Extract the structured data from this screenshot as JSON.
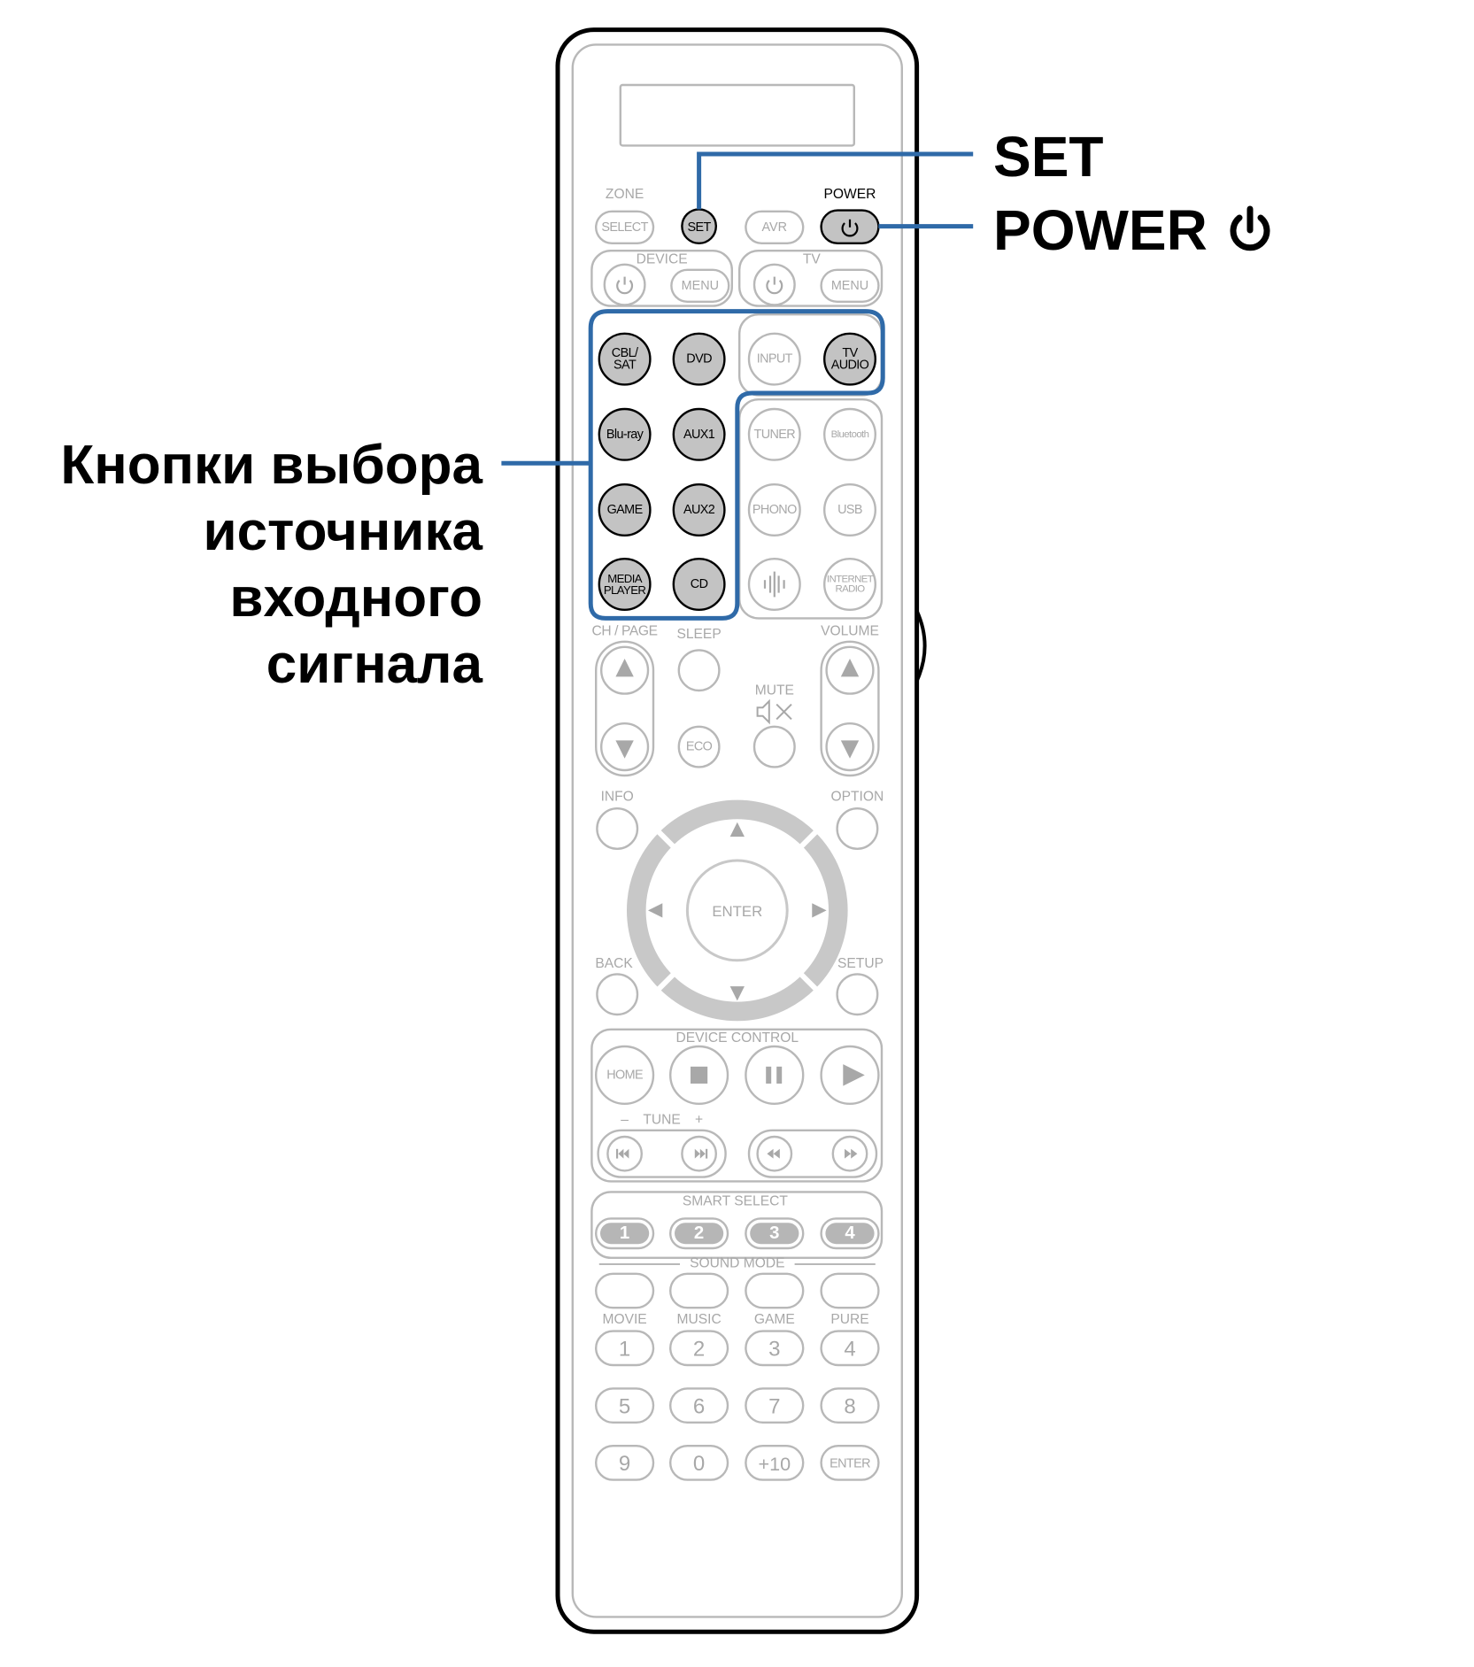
{
  "callouts": {
    "set": "SET",
    "power": "POWER",
    "source_lines": [
      "Кнопки выбора",
      "источника",
      "входного",
      "сигнала"
    ]
  },
  "remote": {
    "zone": {
      "label": "ZONE",
      "button": "SELECT"
    },
    "set": "SET",
    "avr": "AVR",
    "power_label": "POWER",
    "device": {
      "label": "DEVICE",
      "menu": "MENU"
    },
    "tv": {
      "label": "TV",
      "menu": "MENU"
    },
    "sources_highlighted": {
      "row1": [
        [
          "CBL/",
          "SAT"
        ],
        [
          "DVD"
        ],
        [
          "TV",
          "AUDIO"
        ]
      ],
      "left_column": [
        [
          "Blu-ray",
          "AUX1"
        ],
        [
          "GAME",
          "AUX2"
        ],
        [
          [
            "MEDIA",
            "PLAYER"
          ],
          "CD"
        ]
      ]
    },
    "input": "INPUT",
    "other_sources": [
      [
        "TUNER",
        "Bluetooth"
      ],
      [
        "PHONO",
        "USB"
      ]
    ],
    "internet_radio": [
      "INTERNET",
      "RADIO"
    ],
    "ch_page": "CH / PAGE",
    "sleep": "SLEEP",
    "volume": "VOLUME",
    "mute": "MUTE",
    "eco": "ECO",
    "info": "INFO",
    "option": "OPTION",
    "enter": "ENTER",
    "back": "BACK",
    "setup": "SETUP",
    "device_control": "DEVICE CONTROL",
    "home": "HOME",
    "tune": {
      "minus": "–",
      "label": "TUNE",
      "plus": "+"
    },
    "smart_select": {
      "label": "SMART SELECT",
      "buttons": [
        "1",
        "2",
        "3",
        "4"
      ]
    },
    "sound_mode": {
      "label": "SOUND MODE",
      "modes": [
        "MOVIE",
        "MUSIC",
        "GAME",
        "PURE"
      ]
    },
    "numpad": [
      [
        "1",
        "2",
        "3",
        "4"
      ],
      [
        "5",
        "6",
        "7",
        "8"
      ],
      [
        "9",
        "0",
        "+10",
        "ENTER"
      ]
    ]
  },
  "colors": {
    "highlight": "#2f6aa8",
    "outline_light": "#b8b8b8",
    "button_dark_fill": "#c3c3c3",
    "label_light": "#a8a8a8"
  }
}
